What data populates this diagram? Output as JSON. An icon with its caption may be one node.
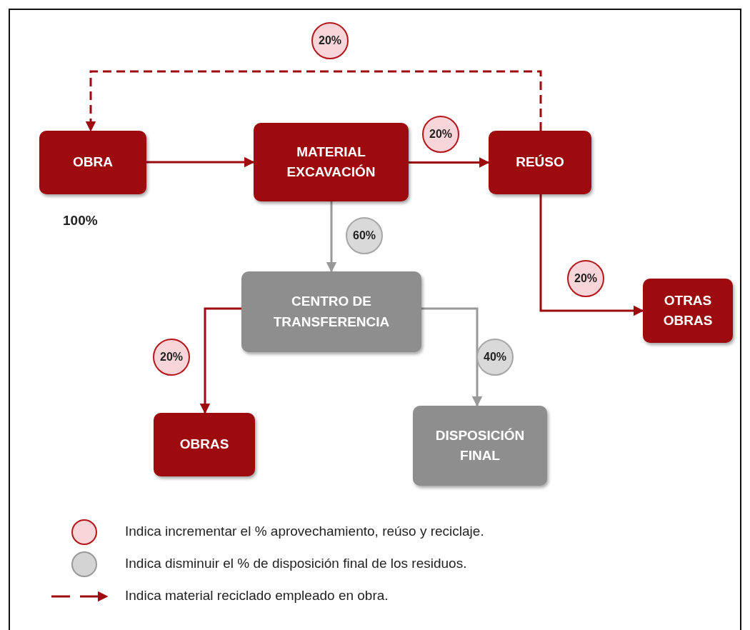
{
  "diagram": {
    "nodes": [
      {
        "text": [
          "OBRA"
        ],
        "beside": [
          "100%"
        ]
      },
      {
        "text": [
          "MATERIAL EXCAVACIÓN"
        ]
      },
      {
        "text": [
          "REÚSO"
        ]
      },
      {
        "text": [
          "CENTRO DE TRANSFERENCIA"
        ]
      },
      {
        "text": [
          "OTRAS OBRAS"
        ]
      },
      {
        "text": [
          "OBRAS"
        ]
      },
      {
        "text": [
          "DISPOSICIÓN FINAL"
        ]
      }
    ],
    "edges": [
      {
        "from": 0,
        "to": 1,
        "arrow": "to"
      },
      {
        "from": 1,
        "to": 2,
        "arrow": "to",
        "label": "20%"
      },
      {
        "from": 2,
        "to": 0,
        "arrow": "to",
        "label": "20%",
        "style": "dashed"
      },
      {
        "from": 1,
        "to": 3,
        "arrow": "to",
        "label": "60%",
        "color": "#999999"
      },
      {
        "from": 2,
        "to": 4,
        "arrow": "to",
        "label": "20%"
      },
      {
        "from": 3,
        "to": 5,
        "arrow": "to",
        "label": "20%"
      },
      {
        "from": 3,
        "to": 6,
        "arrow": "to",
        "label": "40%",
        "color": "#999999"
      }
    ],
    "legend": [
      {
        "text": "Indica incrementar el % aprovechamiento, reúso y reciclaje.",
        "color": "#f8d5d8"
      },
      {
        "text": "Indica disminuir el % de disposición final de los residuos.",
        "color": "#d4d4d4"
      },
      {
        "text": "Indica material reciclado empleado en obra."
      }
    ]
  }
}
